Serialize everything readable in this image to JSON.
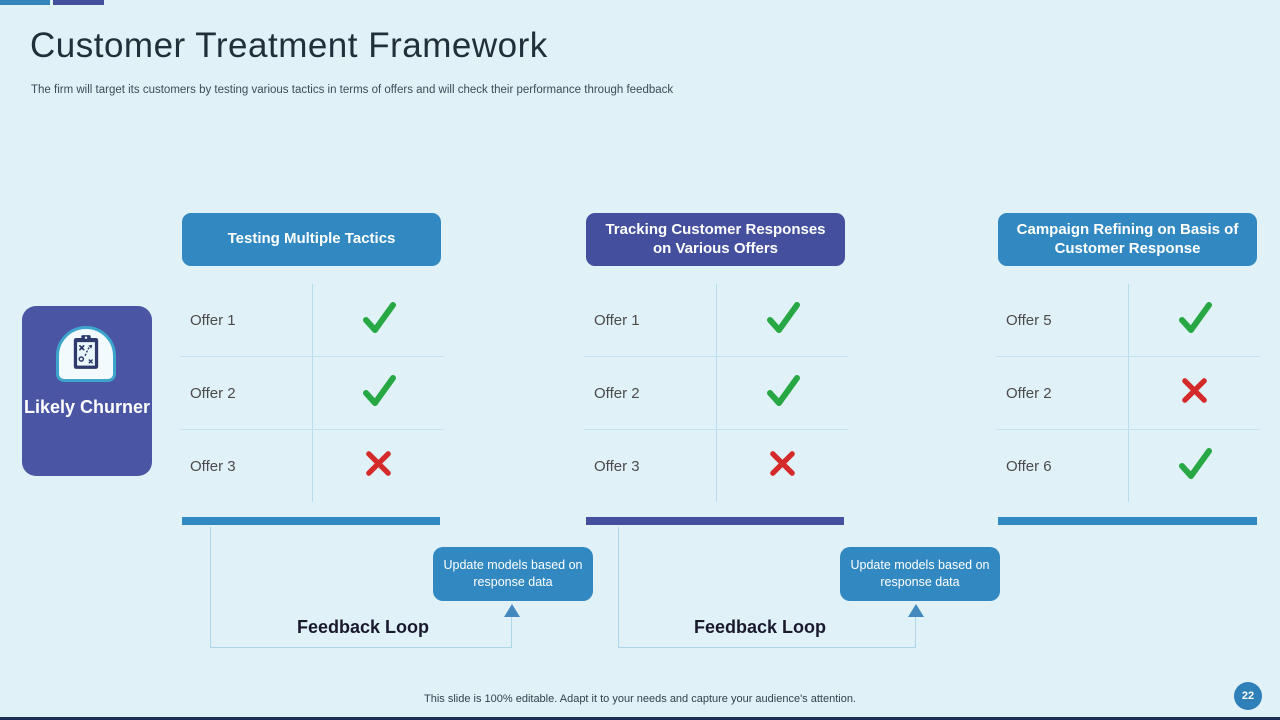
{
  "slide": {
    "title": "Customer Treatment Framework",
    "subtitle": "The firm will target its customers by testing various tactics in terms of offers and will check their performance through feedback",
    "footer": "This slide is 100% editable. Adapt it to your needs and capture your audience's attention.",
    "page_number": "22"
  },
  "likely_churner": {
    "label": "Likely Churner",
    "icon": "strategy-clipboard-icon"
  },
  "columns": [
    {
      "header": "Testing Multiple Tactics",
      "header_color": "#3289c1",
      "bar_color": "#3289c1",
      "rows": [
        {
          "label": "Offer 1",
          "result": "check"
        },
        {
          "label": "Offer 2",
          "result": "check"
        },
        {
          "label": "Offer 3",
          "result": "cross"
        }
      ]
    },
    {
      "header": "Tracking Customer Responses on Various Offers",
      "header_color": "#444f9e",
      "bar_color": "#444f9e",
      "rows": [
        {
          "label": "Offer 1",
          "result": "check"
        },
        {
          "label": "Offer 2",
          "result": "check"
        },
        {
          "label": "Offer 3",
          "result": "cross"
        }
      ]
    },
    {
      "header": "Campaign Refining on Basis of Customer Response",
      "header_color": "#3289c1",
      "bar_color": "#3289c1",
      "rows": [
        {
          "label": "Offer 5",
          "result": "check"
        },
        {
          "label": "Offer 2",
          "result": "cross"
        },
        {
          "label": "Offer 6",
          "result": "check"
        }
      ]
    }
  ],
  "feedback_loops": [
    {
      "label": "Feedback Loop",
      "callout": "Update models based on response data"
    },
    {
      "label": "Feedback Loop",
      "callout": "Update models based on response data"
    }
  ],
  "colors": {
    "background": "#e1f1f8",
    "accent_blue": "#3289c1",
    "accent_dark_blue": "#444f9e",
    "churner_box": "#4a55a4",
    "check_green": "#27a844",
    "cross_red": "#d42a2a",
    "page_badge": "#2f80b9"
  }
}
